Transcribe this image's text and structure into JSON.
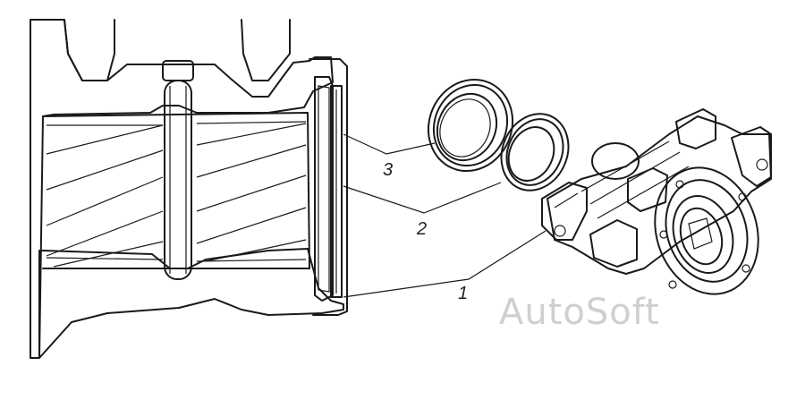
{
  "callouts": [
    {
      "id": "1",
      "label": "1"
    },
    {
      "id": "2",
      "label": "2"
    },
    {
      "id": "3",
      "label": "3"
    }
  ],
  "watermark": "AutoSoft",
  "colors": {
    "ink": "#1a1a1a",
    "background": "#ffffff",
    "watermark": "#cfcfcf"
  }
}
